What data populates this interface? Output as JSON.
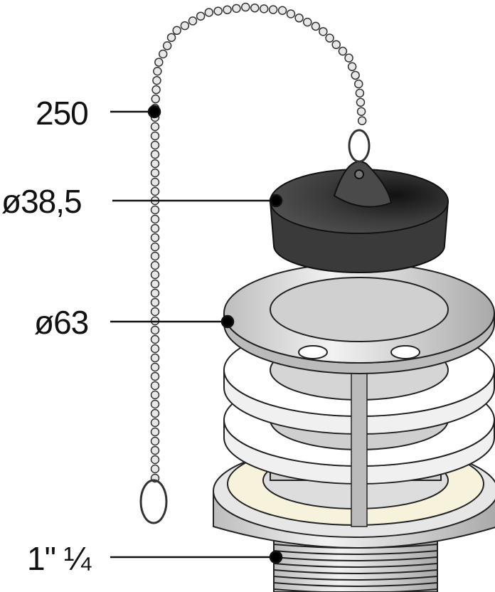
{
  "labels": {
    "chain_length": "250",
    "stopper_diameter": "ø38,5",
    "flange_diameter": "ø63",
    "thread_size": "1\" ¼"
  },
  "colors": {
    "stopper": "#2e2e2e",
    "metal": "#d9d9d9",
    "gasket": "#ffffff",
    "gasket_cream": "#f7f2dc"
  }
}
